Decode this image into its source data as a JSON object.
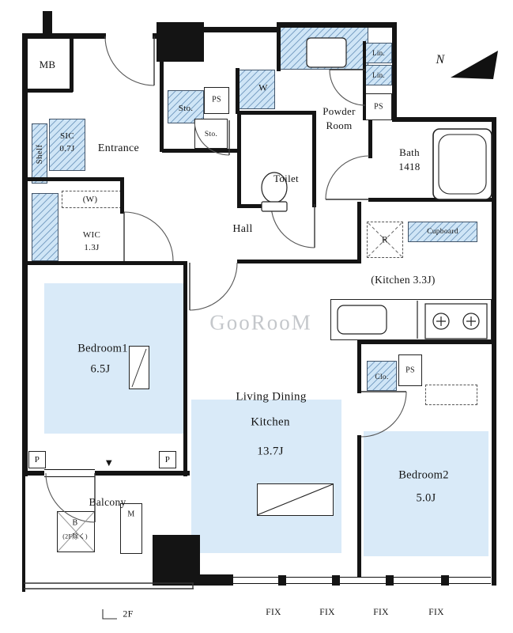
{
  "meta": {
    "type": "apartment-floor-plan"
  },
  "colors": {
    "floor": "#d9eaf8",
    "hatch": "#cfe5f6",
    "wall": "#141414"
  },
  "compass": {
    "label": "N"
  },
  "watermark": "GooRooM",
  "labels": {
    "mb": "MB",
    "shelf": "Shelf",
    "sic": "SIC",
    "sic_size": "0.7J",
    "entrance": "Entrance",
    "sto_upper": "Sto.",
    "ps_entry": "PS",
    "sto_lower": "Sto.",
    "washer": "W",
    "powder_1": "Powder",
    "powder_2": "Room",
    "lin_1": "Lin.",
    "lin_2": "Lin.",
    "ps_bath": "PS",
    "bath": "Bath",
    "bath_size": "1418",
    "toilet": "Toilet",
    "hall": "Hall",
    "w_pole": "(W)",
    "wic": "WIC",
    "wic_size": "1.3J",
    "fridge": "R",
    "cupboard": "Cupboard",
    "kitchen": "(Kitchen 3.3J)",
    "bedroom1": "Bedroom1",
    "bedroom1_size": "6.5J",
    "ldk_1": "Living Dining",
    "ldk_2": "Kitchen",
    "ldk_size": "13.7J",
    "clo": "Clo.",
    "ps_bedroom2": "PS",
    "bedroom2": "Bedroom2",
    "bedroom2_size": "5.0J",
    "balcony": "Balcony",
    "b_marker": "B",
    "b_note": "(2F除く)",
    "m_marker": "M",
    "p_left": "P",
    "p_right": "P",
    "down_marker": "▼"
  },
  "footer": {
    "floor": "2F",
    "fix": [
      "FIX",
      "FIX",
      "FIX",
      "FIX"
    ]
  }
}
